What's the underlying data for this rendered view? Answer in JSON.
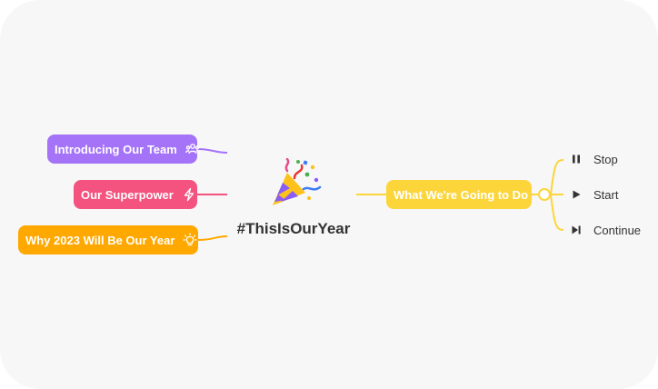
{
  "central": {
    "title": "#ThisIsOurYear",
    "emoji": "party-popper-icon"
  },
  "left_branches": [
    {
      "label": "Introducing Our Team",
      "icon": "team-icon",
      "color": "#a573f7"
    },
    {
      "label": "Our Superpower",
      "icon": "lightning-icon",
      "color": "#f4527f"
    },
    {
      "label": "Why 2023 Will Be Our Year",
      "icon": "lightbulb-icon",
      "color": "#ffa800"
    }
  ],
  "right_branch": {
    "label": "What We're Going to Do",
    "color": "#fcd53b",
    "children": [
      {
        "label": "Stop",
        "icon": "pause-icon"
      },
      {
        "label": "Start",
        "icon": "play-icon"
      },
      {
        "label": "Continue",
        "icon": "skip-forward-icon"
      }
    ]
  },
  "colors": {
    "background": "#f7f7f7",
    "text": "#333333",
    "connector_right": "#fcd53b"
  }
}
